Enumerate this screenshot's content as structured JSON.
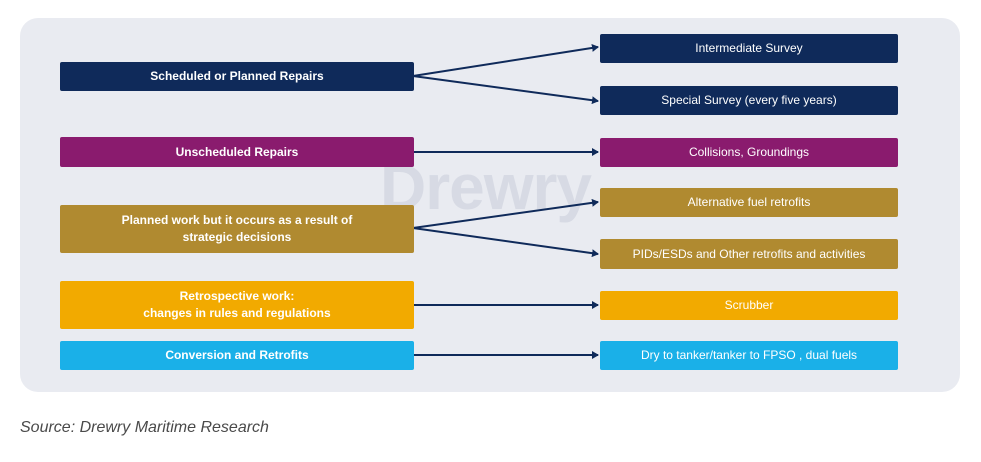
{
  "diagram": {
    "categories": {
      "scheduled": "Scheduled or Planned Repairs",
      "unscheduled": "Unscheduled Repairs",
      "planned_strategic_line1": "Planned work but it occurs as a result of",
      "planned_strategic_line2": "strategic decisions",
      "retrospective_line1": "Retrospective work:",
      "retrospective_line2": "changes in rules and regulations",
      "conversion": "Conversion and Retrofits"
    },
    "outcomes": {
      "intermediate_survey": "Intermediate Survey",
      "special_survey": "Special Survey (every five years)",
      "collisions": "Collisions, Groundings",
      "alt_fuel": "Alternative fuel retrofits",
      "pids": "PIDs/ESDs and Other retrofits and activities",
      "scrubber": "Scrubber",
      "dry_tanker": "Dry to tanker/tanker to FPSO , dual fuels"
    },
    "watermark": "Drewry",
    "colors": {
      "navy": "#0f2a5a",
      "purple": "#8a1b6e",
      "gold": "#b08a30",
      "yellow": "#f2aa00",
      "cyan": "#1ab0e8",
      "panel": "#e9ebf1"
    }
  },
  "source": "Source: Drewry Maritime Research"
}
